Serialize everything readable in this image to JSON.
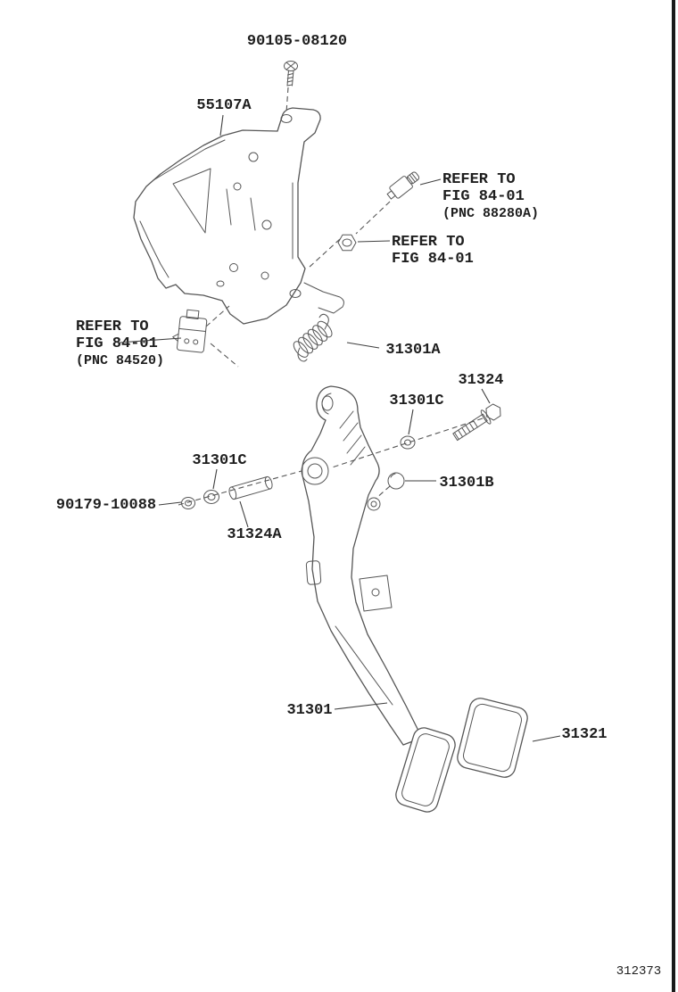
{
  "page": {
    "background": "#ffffff",
    "line_color": "#565656",
    "text_color": "#1e1e1e"
  },
  "labels": {
    "screw_top": "90105-08120",
    "bracket": "55107A",
    "refer_right": {
      "l1": "REFER TO",
      "l2": "FIG 84-01",
      "l3": "(PNC 88280A)"
    },
    "refer_mid": {
      "l1": "REFER TO",
      "l2": "FIG 84-01"
    },
    "refer_left": {
      "l1": "REFER TO",
      "l2": "FIG 84-01",
      "l3": "(PNC 84520)"
    },
    "spring": "31301A",
    "pivot_bolt": "31324",
    "washer_right": "31301C",
    "bushing": "31301B",
    "washer_left": "31301C",
    "nut_left": "90179-10088",
    "collar": "31324A",
    "pedal_arm": "31301",
    "pedal_pad": "31321"
  },
  "footer": {
    "diagram_number": "312373"
  }
}
